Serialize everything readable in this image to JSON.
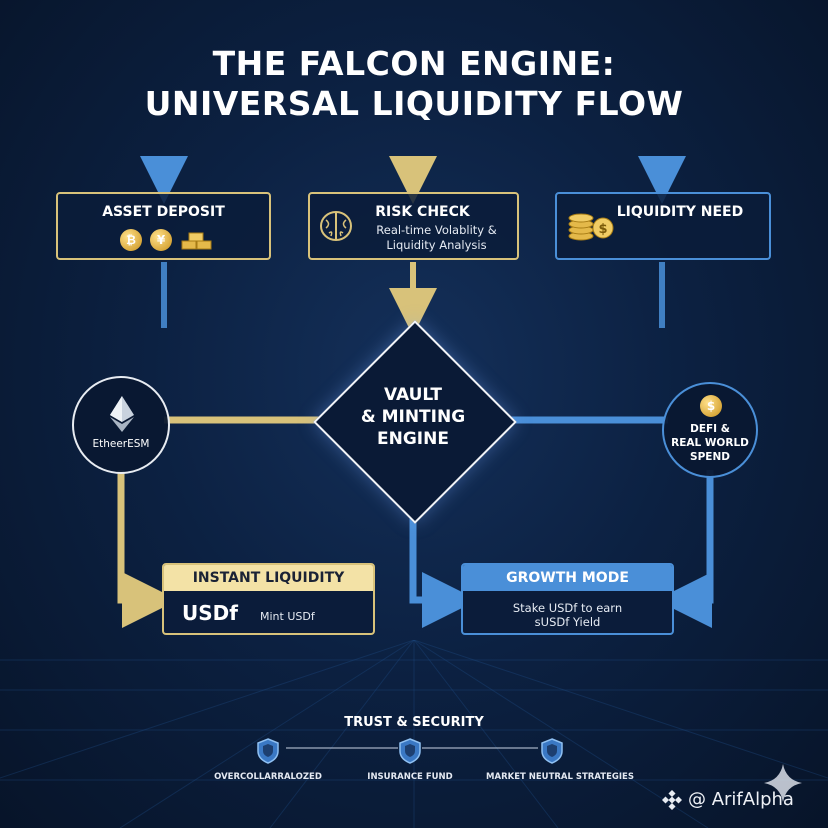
{
  "title": {
    "line1": "THE FALCON ENGINE:",
    "line2": "UNIVERSAL LIQUIDITY FLOW"
  },
  "nodes": {
    "asset_deposit": {
      "title": "ASSET DEPOSIT"
    },
    "risk_check": {
      "title": "RISK CHECK",
      "line1": "Real-time Volablity &",
      "line2": "Liquidity Analysis"
    },
    "liquidity_need": {
      "title": "LIQUIDITY NEED"
    },
    "vault": {
      "line1": "VAULT",
      "line2": "& MINTING",
      "line3": "ENGINE"
    },
    "ethereum": {
      "label": "EtheerESM"
    },
    "defi": {
      "line1": "DEFI &",
      "line2": "REAL WORLD",
      "line3": "SPEND"
    },
    "instant_liquidity": {
      "title": "INSTANT LIQUIDITY",
      "token": "USDf",
      "note": "Mint USDf"
    },
    "growth_mode": {
      "title": "GROWTH MODE",
      "line1": "Stake USDf to earn",
      "line2": "sUSDf Yield"
    }
  },
  "footer": {
    "heading": "TRUST & SECURITY",
    "items": [
      "OVERCOLLARRALOZED",
      "INSURANCE FUND",
      "MARKET NEUTRAL STRATEGIES"
    ]
  },
  "watermark": "@ ArifAlpha",
  "colors": {
    "gold": "#d8c27a",
    "blue": "#4a8fd8",
    "background": "#0c2142"
  }
}
